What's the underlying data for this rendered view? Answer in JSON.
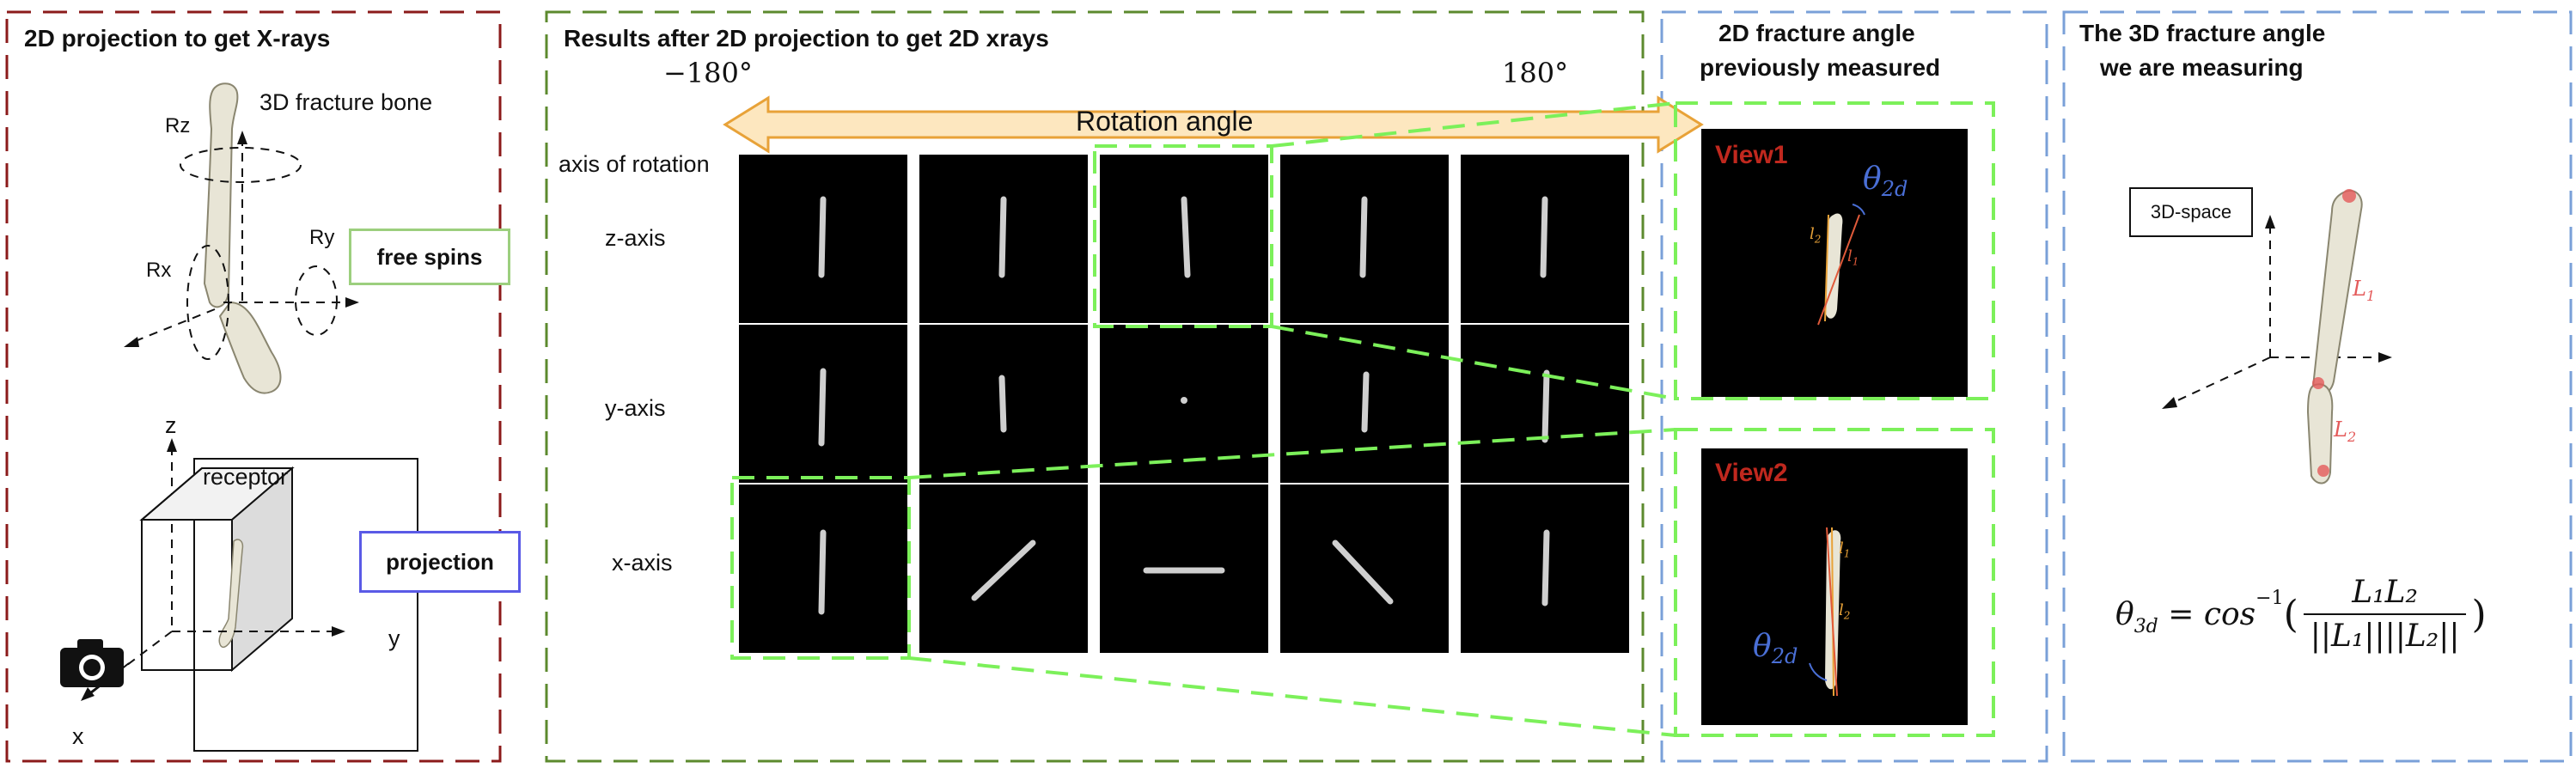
{
  "colors": {
    "panel1_border": "#8b1a1a",
    "panel2_border": "#5c8a2e",
    "panel3_border": "#7aa0d8",
    "panel4_border": "#7aa0d8",
    "highlight_dash": "#7cf05a",
    "arrow_fill": "#fde7bf",
    "arrow_stroke": "#e8a238",
    "free_spins_border": "#9ccf7e",
    "projection_border": "#5a5ae6",
    "view_label": "#c0281e",
    "theta_blue": "#4a6fd6",
    "bone_fill": "#e8e5d6",
    "length_label": "#e45a5a",
    "l_label": "#e8a238"
  },
  "panel1": {
    "title": "2D projection to get X-rays",
    "bone_label": "3D fracture bone",
    "rz": "Rz",
    "rx": "Rx",
    "ry": "Ry",
    "free_spins": "free spins",
    "z_axis": "z",
    "y_axis": "y",
    "x_axis": "x",
    "receptor": "receptor",
    "projection": "projection",
    "camera_icon": "camera-icon"
  },
  "panel2": {
    "title": "Results after 2D projection to get 2D xrays",
    "left_angle": "−180°",
    "right_angle": "180°",
    "arrow_label": "Rotation angle",
    "axis_header": "axis of rotation",
    "rows": [
      {
        "label": "z-axis"
      },
      {
        "label": "y-axis"
      },
      {
        "label": "x-axis"
      }
    ]
  },
  "panel3": {
    "title_line1": "2D fracture angle",
    "title_line2": "previously measured",
    "view1": "View1",
    "view2": "View2",
    "theta": "θ",
    "theta_sub": "2d",
    "l_letter": "l",
    "sub1": "1",
    "sub2": "2"
  },
  "panel4": {
    "title_line1": "The 3D fracture angle",
    "title_line2": "we are measuring",
    "space_label": "3D-space",
    "L_letter": "L",
    "sub1": "1",
    "sub2": "2",
    "formula": {
      "lhs_theta": "θ",
      "lhs_sub": "3d",
      "eq": " = ",
      "func": "cos",
      "sup": "−1",
      "open": "(",
      "numerator": "L₁L₂",
      "denominator": "||L₁||||L₂||",
      "close": ")"
    }
  }
}
